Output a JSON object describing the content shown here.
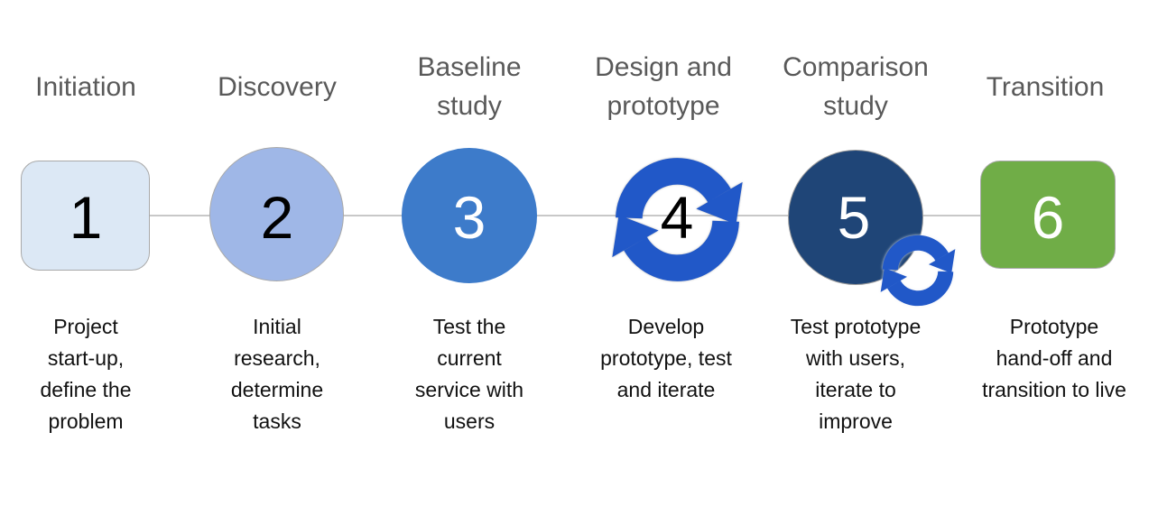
{
  "diagram": {
    "connector_color": "#c8c8c8",
    "title_color": "#595959",
    "desc_color": "#111111",
    "icon_color": "#2158c8",
    "stages": [
      {
        "number": "1",
        "title_lines": [
          "Initiation"
        ],
        "desc_lines": [
          "Project",
          "start-up,",
          "define the",
          "problem"
        ],
        "shape": "rounded-rectangle",
        "fill": "#dce8f5",
        "number_color": "#000000"
      },
      {
        "number": "2",
        "title_lines": [
          "Discovery"
        ],
        "desc_lines": [
          "Initial",
          "research,",
          "determine",
          "tasks"
        ],
        "shape": "circle",
        "fill": "#9fb7e7",
        "number_color": "#000000"
      },
      {
        "number": "3",
        "title_lines": [
          "Baseline",
          "study"
        ],
        "desc_lines": [
          "Test the",
          "current",
          "service with",
          "users"
        ],
        "shape": "circle",
        "fill": "#3d7bca",
        "number_color": "#ffffff"
      },
      {
        "number": "4",
        "title_lines": [
          "Design and",
          "prototype"
        ],
        "desc_lines": [
          "Develop",
          "prototype, test",
          "and iterate"
        ],
        "shape": "sync-arrows-icon",
        "fill": "#2158c8",
        "number_color": "#000000"
      },
      {
        "number": "5",
        "title_lines": [
          "Comparison",
          "study"
        ],
        "desc_lines": [
          "Test prototype",
          "with users,",
          "iterate to",
          "improve"
        ],
        "shape": "circle-with-sync-icon",
        "fill": "#1f4577",
        "number_color": "#ffffff"
      },
      {
        "number": "6",
        "title_lines": [
          "Transition"
        ],
        "desc_lines": [
          "Prototype",
          "hand-off and",
          "transition to live"
        ],
        "shape": "rounded-rectangle",
        "fill": "#70ad47",
        "number_color": "#ffffff"
      }
    ]
  }
}
